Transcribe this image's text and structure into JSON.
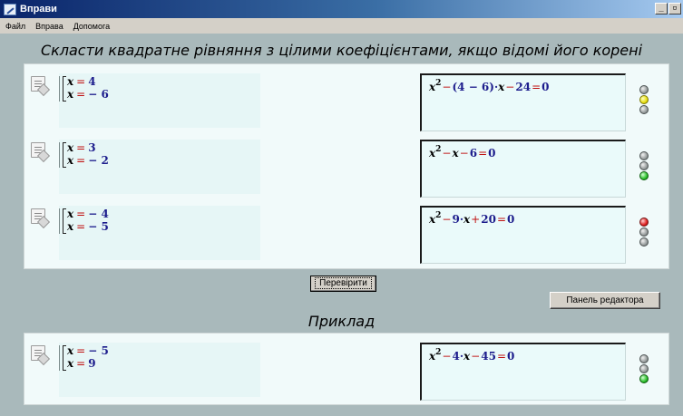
{
  "window": {
    "title": "Вправи",
    "controls": [
      "_",
      "▫"
    ]
  },
  "menu": {
    "items": [
      "Файл",
      "Вправа",
      "Допомога"
    ]
  },
  "task": {
    "heading": "Скласти квадратне рівняння з цілими коефіцієнтами, якщо відомі його корені",
    "exercises": [
      {
        "roots": [
          {
            "var": "x",
            "eq": "=",
            "val": "4"
          },
          {
            "var": "x",
            "eq": "=",
            "val": "− 6"
          }
        ],
        "answer": {
          "p1": "−",
          "p2": "(4 − 6)·",
          "p3": "x",
          "p4": "−",
          "p5": "24",
          "p6": "=",
          "p7": "0"
        },
        "lights": [
          "off",
          "yellow",
          "off"
        ]
      },
      {
        "roots": [
          {
            "var": "x",
            "eq": "=",
            "val": "3"
          },
          {
            "var": "x",
            "eq": "=",
            "val": "− 2"
          }
        ],
        "answer": {
          "p1": "−",
          "p2": "",
          "p3": "x",
          "p4": "−",
          "p5": "6",
          "p6": "=",
          "p7": "0"
        },
        "lights": [
          "off",
          "off",
          "green"
        ]
      },
      {
        "roots": [
          {
            "var": "x",
            "eq": "=",
            "val": "− 4"
          },
          {
            "var": "x",
            "eq": "=",
            "val": "− 5"
          }
        ],
        "answer": {
          "p1": "−",
          "p2": "9·",
          "p3": "x",
          "p4": "+",
          "p5": "20",
          "p6": "=",
          "p7": "0"
        },
        "lights": [
          "red",
          "off",
          "off"
        ]
      }
    ]
  },
  "buttons": {
    "check": "Перевірити",
    "editor_panel": "Панель редактора"
  },
  "example": {
    "title": "Приклад",
    "roots": [
      {
        "var": "x",
        "eq": "=",
        "val": "− 5"
      },
      {
        "var": "x",
        "eq": "=",
        "val": "9"
      }
    ],
    "answer": {
      "p1": "−",
      "p2": "4·",
      "p3": "x",
      "p4": "−",
      "p5": "45",
      "p6": "=",
      "p7": "0"
    },
    "lights": [
      "off",
      "off",
      "green"
    ]
  }
}
